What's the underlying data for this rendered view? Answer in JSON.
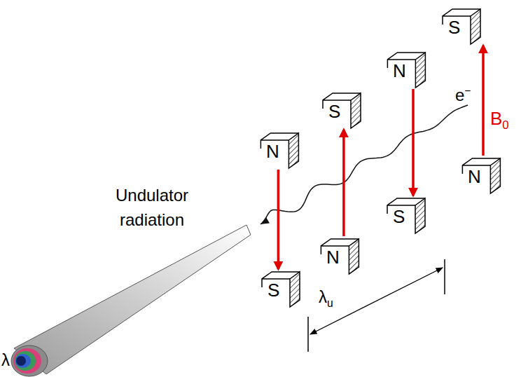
{
  "diagram": {
    "nodes": [
      {
        "text": [
          "N"
        ]
      },
      {
        "text": [
          "S"
        ]
      },
      {
        "text": [
          "N"
        ]
      },
      {
        "text": [
          "S"
        ]
      },
      {
        "text": [
          "S"
        ]
      },
      {
        "text": [
          "N"
        ]
      },
      {
        "text": [
          "S"
        ]
      },
      {
        "text": [
          "N"
        ]
      }
    ],
    "edges": [
      {
        "from": 0,
        "to": 4,
        "arrow": "to"
      },
      {
        "from": 5,
        "to": 1,
        "arrow": "to"
      },
      {
        "from": 2,
        "to": 6,
        "arrow": "to"
      },
      {
        "from": 7,
        "to": 3,
        "arrow": "to",
        "label": "B0"
      }
    ],
    "labels": [
      "Undulator radiation",
      "e−",
      "λu",
      "λ"
    ]
  }
}
